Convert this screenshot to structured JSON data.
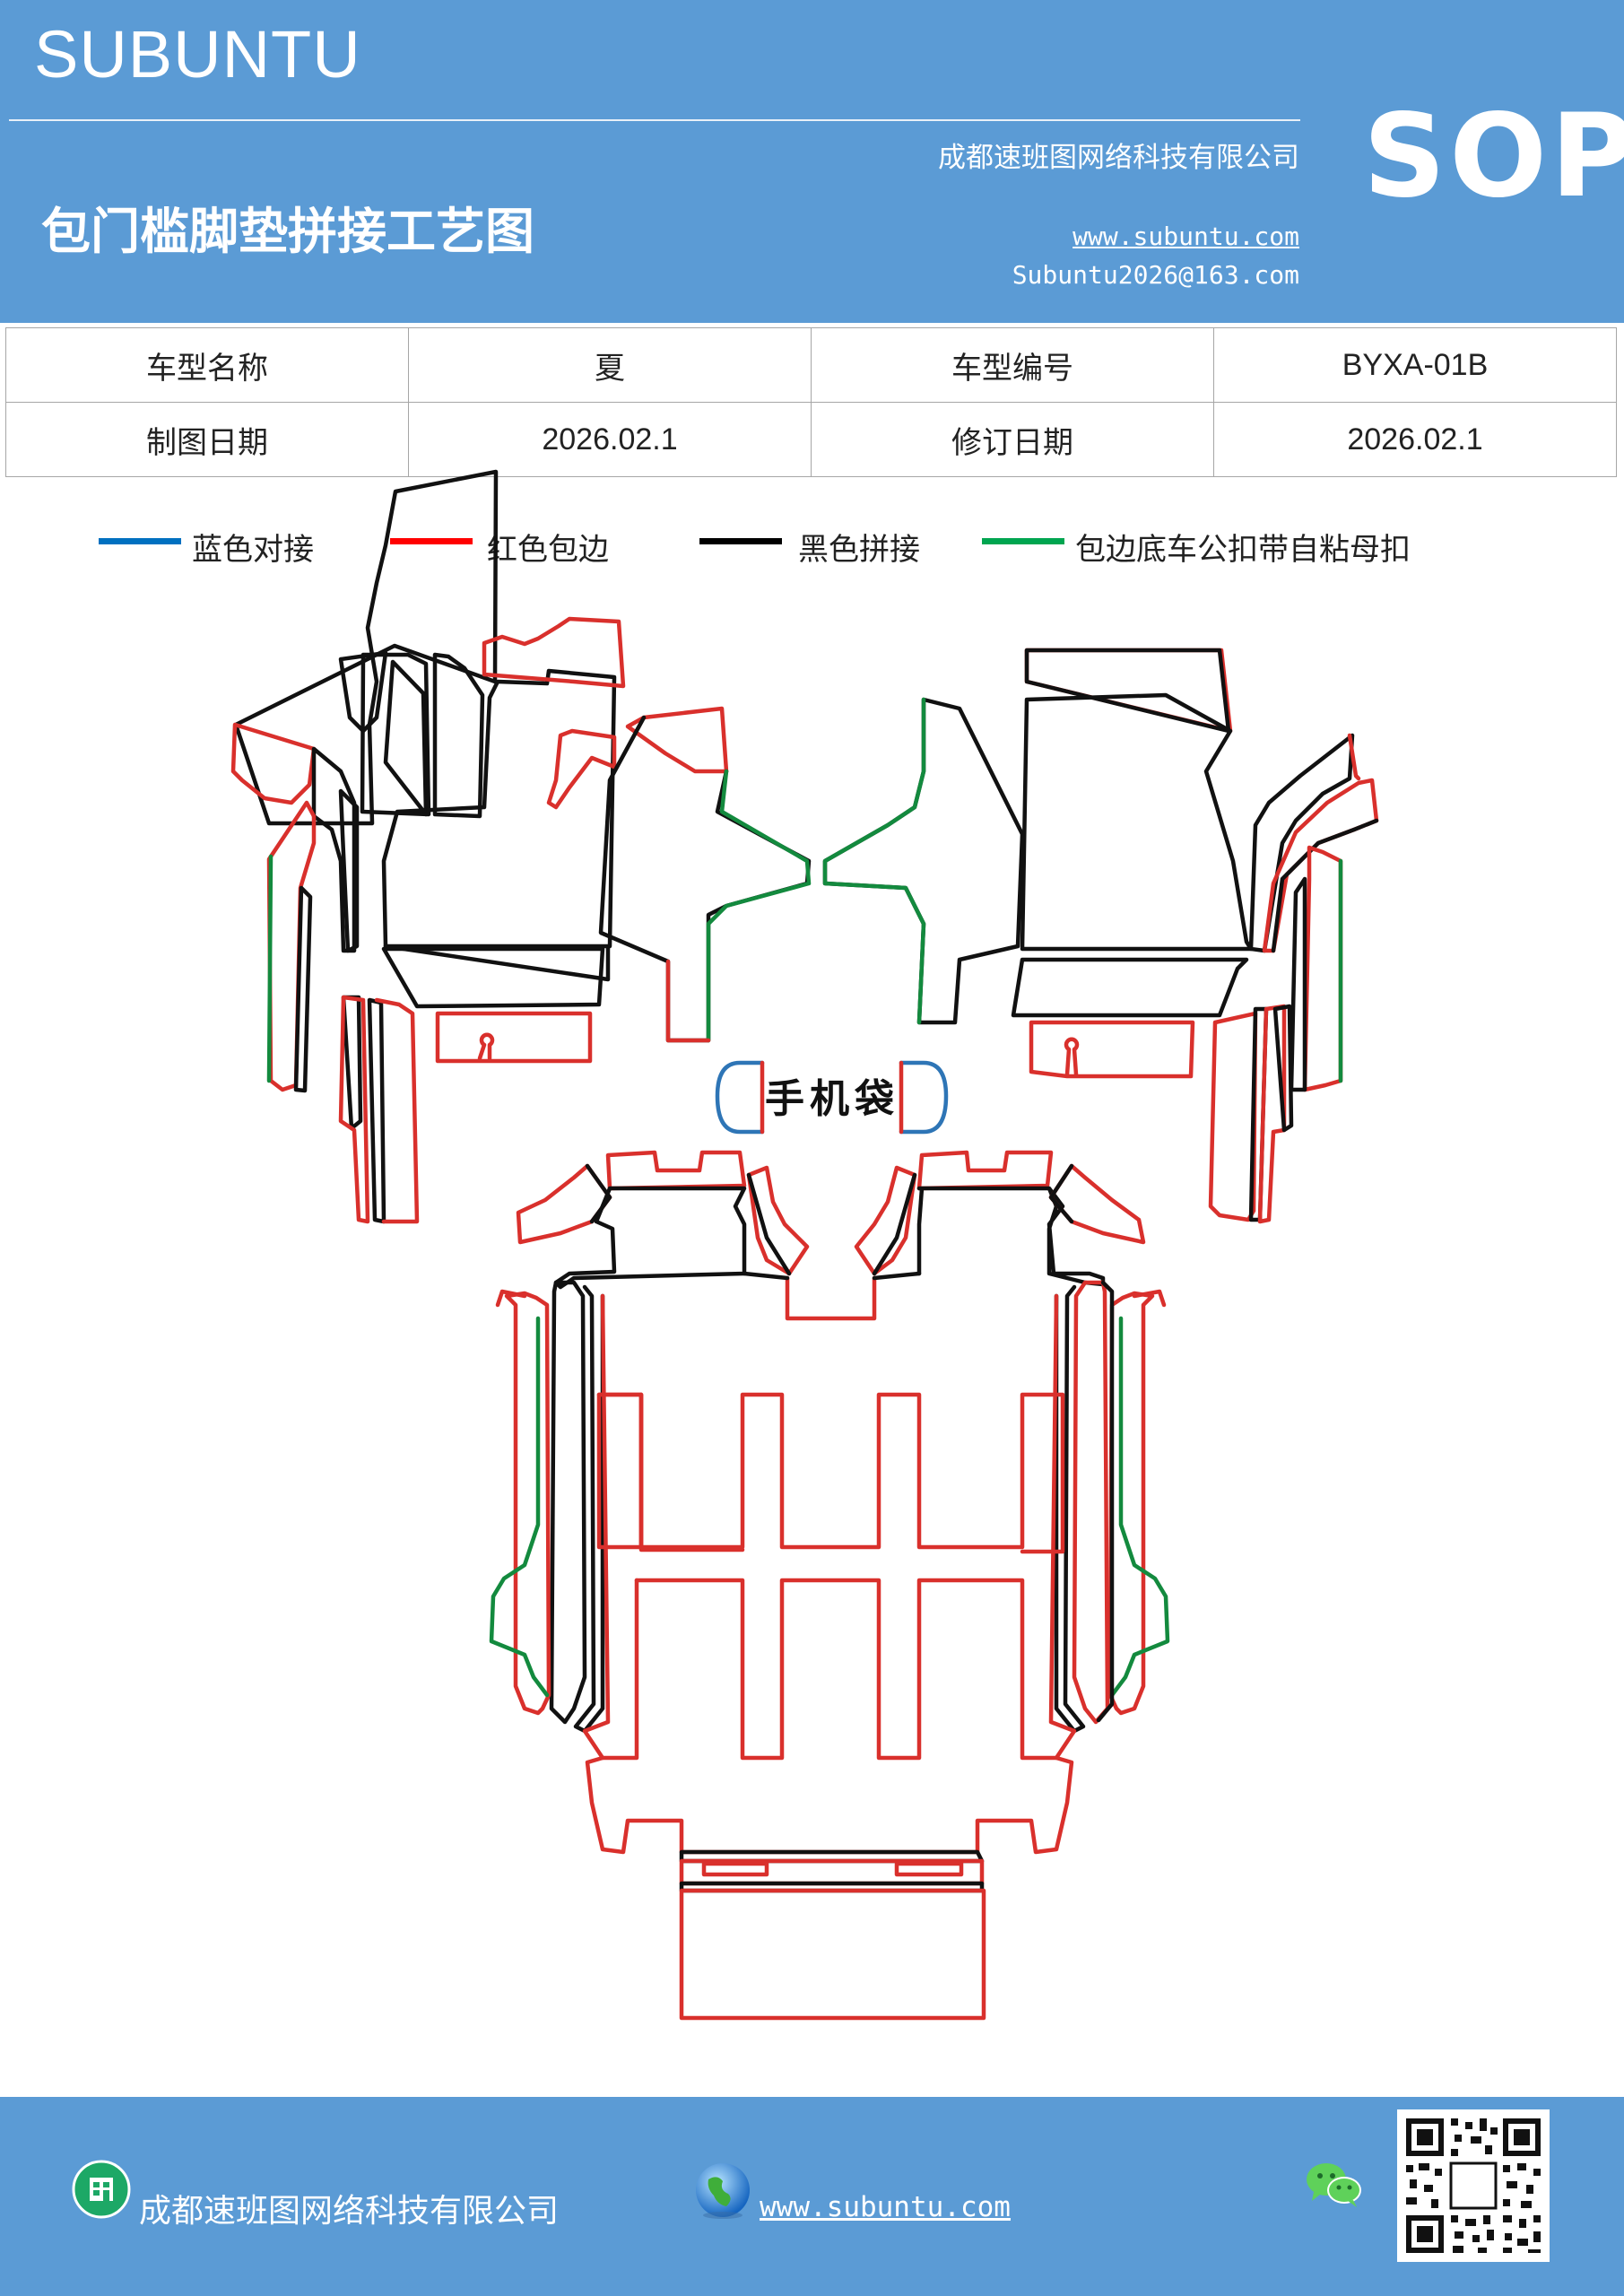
{
  "header": {
    "brand": "SUBUNTU",
    "company": "成都速班图网络科技有限公司",
    "title": "包门槛脚垫拼接工艺图",
    "website": "www.subuntu.com",
    "email": "Subuntu2026@163.com",
    "badge": "SOP"
  },
  "info_table": {
    "rows": [
      {
        "label1": "车型名称",
        "value1": "夏",
        "label2": "车型编号",
        "value2": "BYXA-01B"
      },
      {
        "label1": "制图日期",
        "value1": "2026.02.1",
        "label2": "修订日期",
        "value2": "2026.02.1"
      }
    ]
  },
  "legend": [
    {
      "label": "蓝色对接",
      "color": "#0070c0"
    },
    {
      "label": "红色包边",
      "color": "#ff0000"
    },
    {
      "label": "黑色拼接",
      "color": "#000000"
    },
    {
      "label": "包边底车公扣带自粘母扣",
      "color": "#00a550"
    }
  ],
  "diagram": {
    "phone_pocket_label": "手机袋",
    "colors": {
      "blue": "#2e75b6",
      "red": "#d9302c",
      "black": "#111111",
      "green": "#138a3e"
    }
  },
  "footer": {
    "company": "成都速班图网络科技有限公司",
    "website": "www.subuntu.com",
    "icons": [
      "building-icon",
      "globe-icon",
      "wechat-icon",
      "qr-code"
    ]
  }
}
